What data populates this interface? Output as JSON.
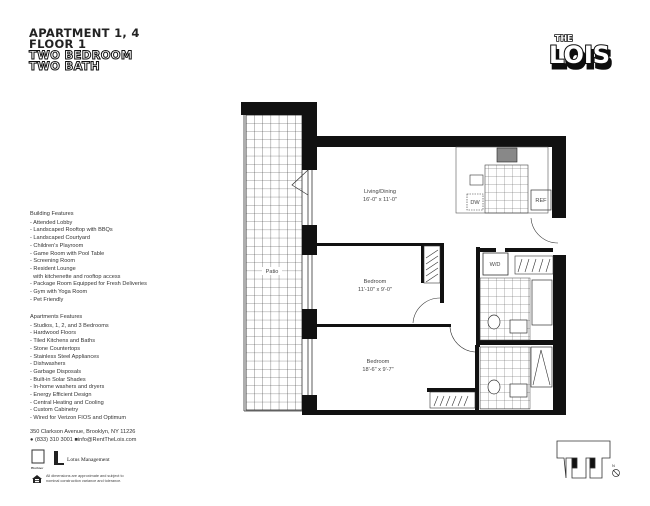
{
  "header": {
    "apartment": "APARTMENT 1, 4",
    "floor": "FLOOR 1",
    "bedrooms": "TWO BEDROOM",
    "baths": "TWO BATH"
  },
  "brand": {
    "logo_text_top": "THE",
    "logo_text_main": "LOIS"
  },
  "building_features": {
    "title": "Building Features",
    "items": [
      "- Attended Lobby",
      "- Landscaped Rooftop with BBQs",
      "- Landscaped Courtyard",
      "- Children's Playroom",
      "- Game Room with Pool Table",
      "- Screening Room",
      "- Resident Lounge",
      "  with kitchenette and rooftop access",
      "- Package Room Equipped for Fresh Deliveries",
      "- Gym with Yoga Room",
      "- Pet Friendly"
    ]
  },
  "apartment_features": {
    "title": "Apartments Features",
    "items": [
      "- Studios, 1, 2, and 3 Bedrooms",
      "- Hardwood Floors",
      "- Tiled Kitchens and Baths",
      "- Stone Countertops",
      "- Stainless Steel Appliances",
      "- Dishwashers",
      "- Garbage Disposals",
      "- Built-in Solar Shades",
      "- In-home washers and dryers",
      "- Energy Efficient Design",
      "- Central Heating and Cooling",
      "- Custom Cabinetry",
      "- Wired for Verizon FIOS and Optimum"
    ]
  },
  "contact": {
    "address": "350 Clarkson Avenue, Brooklyn, NY 11226",
    "phone": "(833) 310 3001",
    "email": "info@RentTheLois.com"
  },
  "partners": {
    "developer": "Bluthner",
    "manager": "Lotus Management"
  },
  "disclaimer": "All dimensions are approximate and subject to nominal construction variance and tolerance.",
  "rooms": {
    "living": {
      "name": "Living/Dining",
      "dims": "16'-0\" x 11'-0\""
    },
    "bedroom1": {
      "name": "Bedroom",
      "dims": "11'-10\" x 9'-0\""
    },
    "bedroom2": {
      "name": "Bedroom",
      "dims": "18'-6\" x 9'-7\""
    },
    "patio": {
      "name": "Patio"
    },
    "dw": "DW",
    "ref": "REF",
    "wd": "W/D"
  },
  "compass": {
    "north": "N"
  },
  "colors": {
    "wall": "#111111",
    "text": "#333333"
  }
}
